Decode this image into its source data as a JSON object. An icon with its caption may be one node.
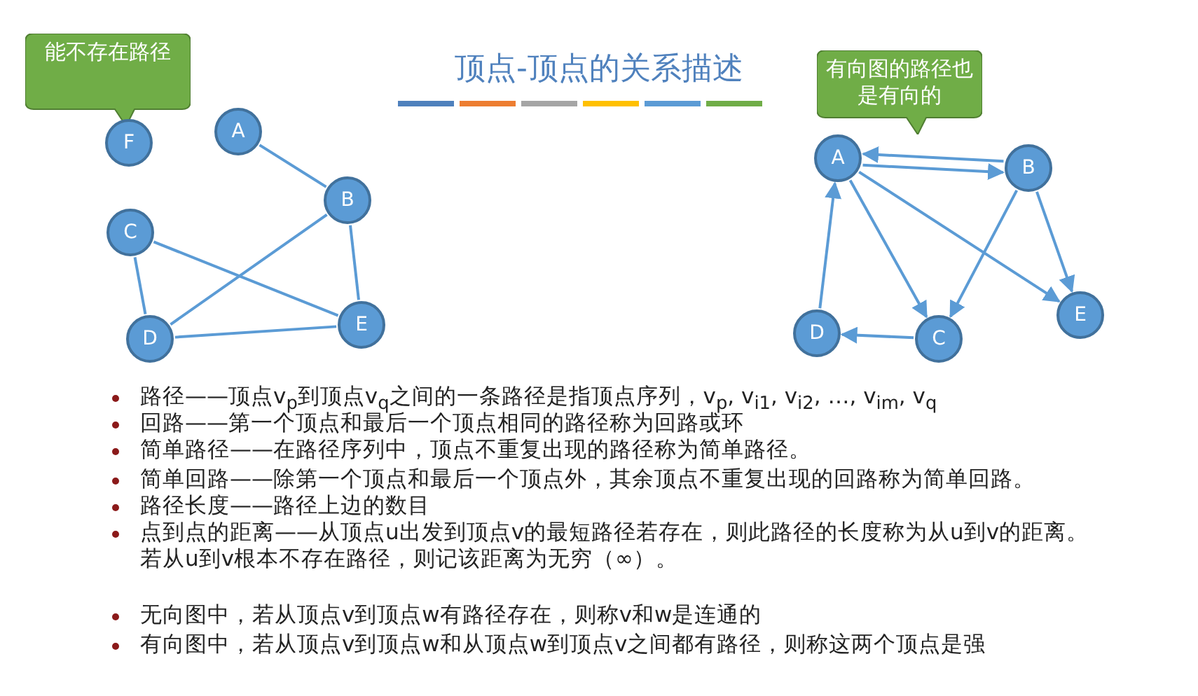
{
  "diagram": {
    "title": "顶点-顶点的关系描述",
    "nodes": [
      {
        "text": [
          "能不存在路径"
        ]
      },
      {
        "text": [
          "F"
        ]
      },
      {
        "text": [
          "A"
        ]
      },
      {
        "text": [
          "B"
        ]
      },
      {
        "text": [
          "C"
        ]
      },
      {
        "text": [
          "D"
        ]
      },
      {
        "text": [
          "E"
        ]
      },
      {
        "text": [
          "有向图的路径也是有向的"
        ]
      },
      {
        "text": [
          "A"
        ]
      },
      {
        "text": [
          "B"
        ]
      },
      {
        "text": [
          "C"
        ]
      },
      {
        "text": [
          "D"
        ]
      },
      {
        "text": [
          "E"
        ]
      }
    ],
    "edges": [
      {
        "from": 2,
        "to": 3,
        "arrow": "none"
      },
      {
        "from": 3,
        "to": 6,
        "arrow": "none"
      },
      {
        "from": 3,
        "to": 5,
        "arrow": "none"
      },
      {
        "from": 4,
        "to": 5,
        "arrow": "none"
      },
      {
        "from": 4,
        "to": 6,
        "arrow": "none"
      },
      {
        "from": 5,
        "to": 6,
        "arrow": "none"
      },
      {
        "from": 8,
        "to": 9,
        "arrow": "to"
      },
      {
        "from": 9,
        "to": 8,
        "arrow": "to"
      },
      {
        "from": 8,
        "to": 10,
        "arrow": "to"
      },
      {
        "from": 8,
        "to": 12,
        "arrow": "to"
      },
      {
        "from": 9,
        "to": 10,
        "arrow": "to"
      },
      {
        "from": 9,
        "to": 12,
        "arrow": "to"
      },
      {
        "from": 10,
        "to": 11,
        "arrow": "to"
      },
      {
        "from": 11,
        "to": 8,
        "arrow": "to"
      }
    ],
    "labels": [
      "路径——顶点v$_{p}$到顶点v$_{q}$之间的一条路径是指顶点序列，v$_{p}$, v$_{i1}$, v$_{i2}$, …, v$_{im}$, v$_{q}$",
      "回路——第一个顶点和最后一个顶点相同的路径称为回路或环",
      "简单路径——在路径序列中，顶点不重复出现的路径称为简单路径。",
      "简单回路——除第一个顶点和最后一个顶点外，其余顶点不重复出现的回路称为简单回路。",
      "路径长度——路径上边的数目",
      "点到点的距离——从顶点u出发到顶点v的最短路径若存在，则此路径的长度称为从u到v的距离。若从u到v根本不存在路径，则记该距离为无穷（∞）。",
      "无向图中，若从顶点v到顶点w有路径存在，则称v和w是连通的",
      "有向图中，若从顶点v到顶点w和从顶点w到顶点v之间都有路径，则称这两个顶点是强"
    ]
  }
}
